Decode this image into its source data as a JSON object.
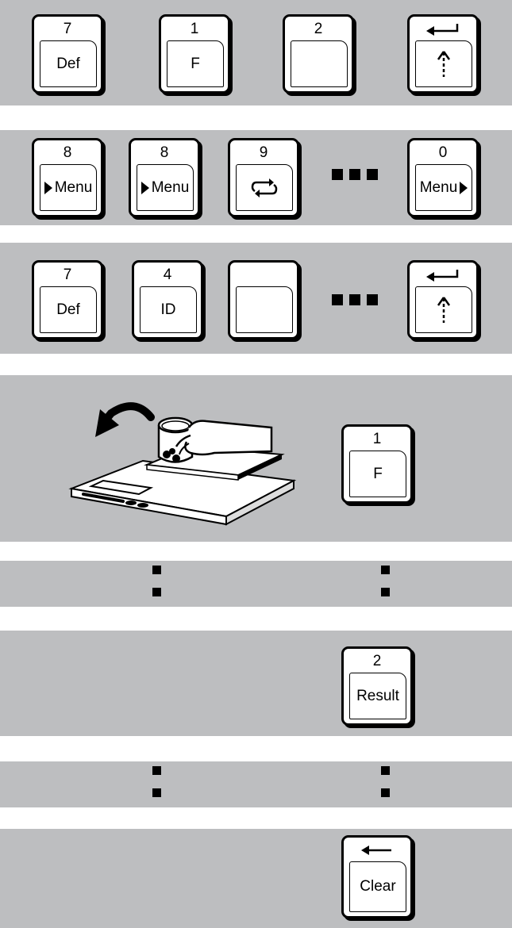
{
  "row1": {
    "key_def": {
      "top": "7",
      "face": "Def"
    },
    "key_f": {
      "top": "1",
      "face": "F"
    },
    "key_blank2": {
      "top": "2",
      "face": ""
    },
    "key_enter": {
      "top_icon": "return-arrow-icon",
      "face_icon": "up-arrow-dashed-icon"
    }
  },
  "row2": {
    "key_menu_a": {
      "top": "8",
      "face": "Menu",
      "icon": "triangle-right-icon"
    },
    "key_menu_b": {
      "top": "8",
      "face": "Menu",
      "icon": "triangle-right-icon"
    },
    "key_cycle": {
      "top": "9",
      "face_icon": "cycle-arrows-icon"
    },
    "key_menu_right": {
      "top": "0",
      "face": "Menu",
      "icon": "triangle-right-icon"
    }
  },
  "row3": {
    "key_def": {
      "top": "7",
      "face": "Def"
    },
    "key_id": {
      "top": "4",
      "face": "ID"
    },
    "key_blank": {
      "top": "",
      "face": ""
    },
    "key_enter": {
      "top_icon": "return-arrow-icon",
      "face_icon": "up-arrow-dashed-icon"
    }
  },
  "row4": {
    "illustration": "balance-with-hand-placing-container",
    "key_f": {
      "top": "1",
      "face": "F"
    }
  },
  "row6": {
    "key_result": {
      "top": "2",
      "face": "Result"
    }
  },
  "row8": {
    "key_clear": {
      "top_icon": "left-arrow-icon",
      "face": "Clear"
    }
  },
  "colors": {
    "band": "#bdbec0",
    "ink": "#000000",
    "key": "#ffffff"
  }
}
